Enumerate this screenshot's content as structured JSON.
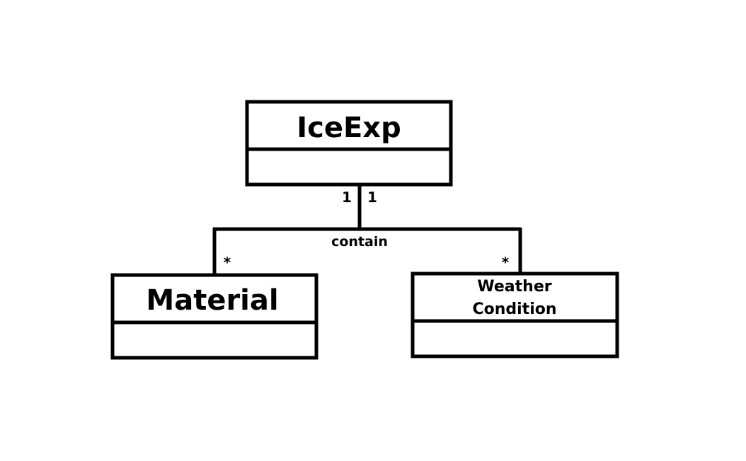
{
  "diagram": {
    "classes": [
      {
        "id": "iceexp",
        "name_lines": [
          "IceExp"
        ]
      },
      {
        "id": "material",
        "name_lines": [
          "Material"
        ]
      },
      {
        "id": "weather",
        "name_lines": [
          "Weather",
          "Condition"
        ]
      }
    ],
    "association": {
      "name": "contain",
      "source_multiplicity_left": "1",
      "source_multiplicity_right": "1",
      "target_material_multiplicity": "*",
      "target_weather_multiplicity": "*"
    }
  }
}
